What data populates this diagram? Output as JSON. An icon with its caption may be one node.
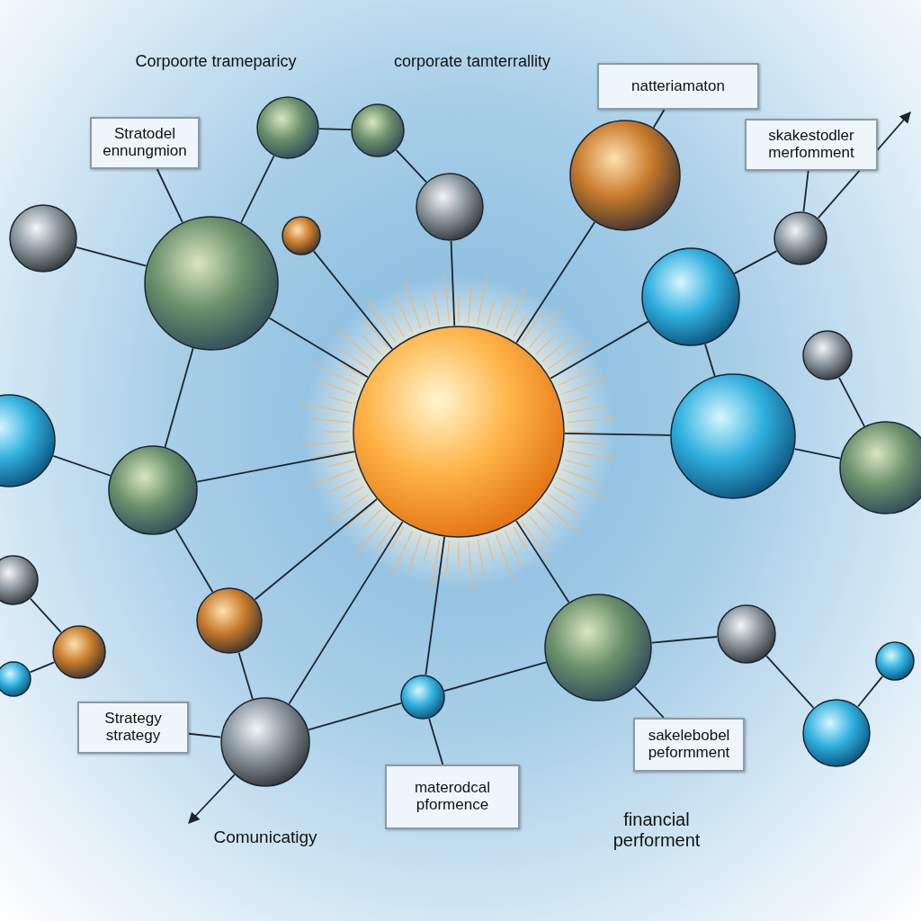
{
  "diagram": {
    "nodes": [
      {
        "text": [],
        "shape": "circle"
      },
      {
        "text": [],
        "shape": "circle"
      },
      {
        "text": [],
        "shape": "circle"
      },
      {
        "text": [],
        "shape": "circle"
      },
      {
        "text": [],
        "shape": "circle"
      },
      {
        "text": [],
        "shape": "circle"
      },
      {
        "text": [],
        "shape": "circle"
      },
      {
        "text": [],
        "shape": "circle"
      },
      {
        "text": [],
        "shape": "circle"
      },
      {
        "text": [],
        "shape": "circle"
      },
      {
        "text": [],
        "shape": "circle"
      },
      {
        "text": [],
        "shape": "circle"
      },
      {
        "text": [],
        "shape": "circle"
      },
      {
        "text": [],
        "shape": "circle"
      },
      {
        "text": [],
        "shape": "circle"
      },
      {
        "text": [],
        "shape": "circle"
      },
      {
        "text": [],
        "shape": "circle"
      },
      {
        "text": [],
        "shape": "circle"
      },
      {
        "text": [],
        "shape": "circle"
      },
      {
        "text": [],
        "shape": "circle"
      },
      {
        "text": [],
        "shape": "circle"
      },
      {
        "text": [],
        "shape": "circle"
      },
      {
        "text": [],
        "shape": "circle"
      },
      {
        "text": [],
        "shape": "circle"
      },
      {
        "text": [],
        "shape": "circle"
      },
      {
        "text": [
          "Stratodel ennungmion"
        ]
      },
      {
        "text": [
          "natteriamaton"
        ]
      },
      {
        "text": [
          "skakestodler merfomment"
        ]
      },
      {
        "text": [
          "Strategy strategy"
        ]
      },
      {
        "text": [
          "materodcal pformence"
        ]
      },
      {
        "text": [
          "sakelebobel peformment"
        ]
      }
    ],
    "edges": [
      {
        "from": 0,
        "to": 3,
        "arrow": "none"
      },
      {
        "from": 0,
        "to": 4,
        "arrow": "none"
      },
      {
        "from": 0,
        "to": 5,
        "arrow": "none"
      },
      {
        "from": 0,
        "to": 6,
        "arrow": "none"
      },
      {
        "from": 0,
        "to": 7,
        "arrow": "none"
      },
      {
        "from": 0,
        "to": 11,
        "arrow": "none"
      },
      {
        "from": 0,
        "to": 13,
        "arrow": "none"
      },
      {
        "from": 0,
        "to": 16,
        "arrow": "none"
      },
      {
        "from": 0,
        "to": 18,
        "arrow": "none"
      },
      {
        "from": 0,
        "to": 20,
        "arrow": "none"
      },
      {
        "from": 0,
        "to": 24,
        "arrow": "none"
      },
      {
        "from": 1,
        "to": 2,
        "arrow": "none"
      },
      {
        "from": 1,
        "to": 5,
        "arrow": "none"
      },
      {
        "from": 2,
        "to": 3,
        "arrow": "none"
      },
      {
        "from": 5,
        "to": 9,
        "arrow": "none"
      },
      {
        "from": 5,
        "to": 13,
        "arrow": "none"
      },
      {
        "from": 7,
        "to": 8,
        "arrow": "none"
      },
      {
        "from": 7,
        "to": 11,
        "arrow": "none"
      },
      {
        "from": 11,
        "to": 14,
        "arrow": "none"
      },
      {
        "from": 10,
        "to": 14,
        "arrow": "none"
      },
      {
        "from": 13,
        "to": 12,
        "arrow": "none"
      },
      {
        "from": 13,
        "to": 16,
        "arrow": "none"
      },
      {
        "from": 16,
        "to": 20,
        "arrow": "none"
      },
      {
        "from": 18,
        "to": 19,
        "arrow": "none"
      },
      {
        "from": 19,
        "to": 23,
        "arrow": "none"
      },
      {
        "from": 23,
        "to": 22,
        "arrow": "none"
      },
      {
        "from": 20,
        "to": 24,
        "arrow": "none"
      },
      {
        "from": 24,
        "to": 18,
        "arrow": "none"
      },
      {
        "from": 17,
        "to": 15,
        "arrow": "none"
      },
      {
        "from": 17,
        "to": 21,
        "arrow": "none"
      },
      {
        "from": 25,
        "to": 5,
        "arrow": "none"
      },
      {
        "from": 26,
        "to": 4,
        "arrow": "none"
      },
      {
        "from": 27,
        "to": 8,
        "arrow": "none"
      },
      {
        "from": 28,
        "to": 20,
        "arrow": "none"
      },
      {
        "from": 29,
        "to": 24,
        "arrow": "none"
      },
      {
        "from": 30,
        "to": 18,
        "arrow": "none"
      },
      {
        "from": 20,
        "to": null,
        "arrow": "to"
      },
      {
        "from": 8,
        "to": null,
        "arrow": "to"
      }
    ],
    "labels": [
      "Corpoorte trameparicy",
      "corporate tamterrallity",
      "Comunicatigy",
      "financial performent"
    ]
  }
}
